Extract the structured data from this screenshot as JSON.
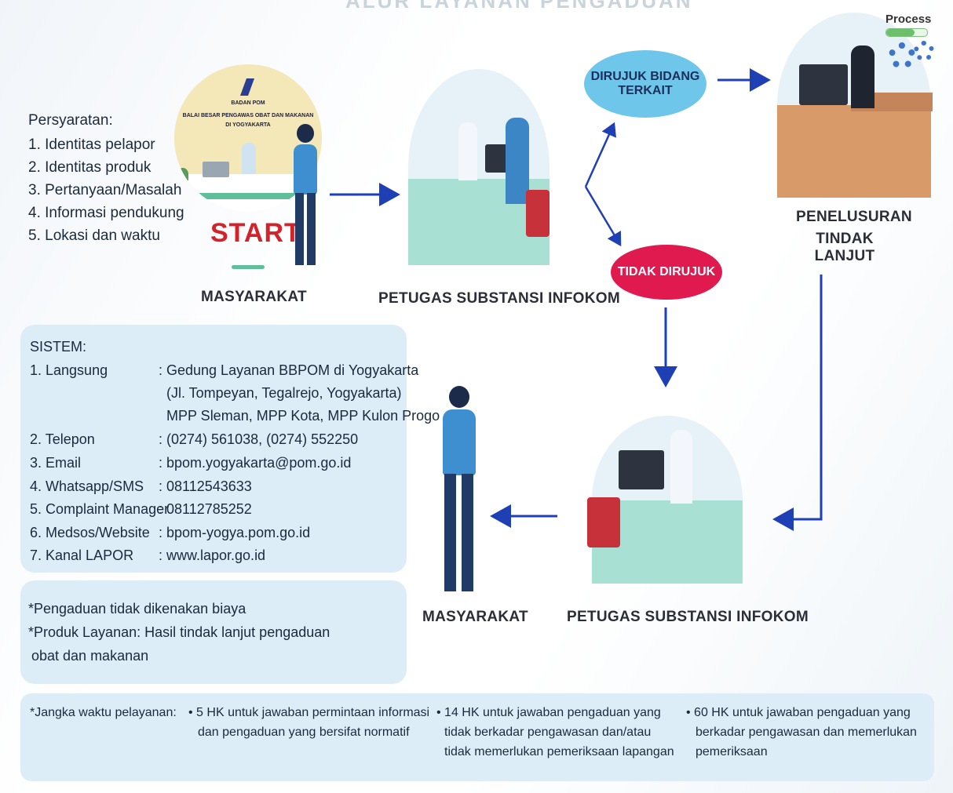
{
  "header_fragment": "ALUR LAYANAN PENGADUAN",
  "requirements": {
    "title": "Persyaratan:",
    "items": [
      "1. Identitas pelapor",
      "2. Identitas produk",
      "3. Pertanyaan/Masalah",
      "4. Informasi pendukung",
      "5. Lokasi dan waktu"
    ]
  },
  "start": {
    "logo_brand": "BADAN POM",
    "logo_line1": "BALAI BESAR PENGAWAS OBAT DAN MAKANAN",
    "logo_line2": "DI YOGYAKARTA",
    "label": "START"
  },
  "nodes": {
    "masyarakat_top": "MASYARAKAT",
    "petugas_top": "PETUGAS SUBSTANSI INFOKOM",
    "dirujuk_line1": "DIRUJUK BIDANG",
    "dirujuk_line2": "TERKAIT",
    "tidak_dirujuk": "TIDAK DIRUJUK",
    "process": "Process",
    "penelusuran_line1": "PENELUSURAN",
    "penelusuran_line2": "TINDAK LANJUT",
    "masyarakat_bottom": "MASYARAKAT",
    "petugas_bottom": "PETUGAS SUBSTANSI INFOKOM"
  },
  "system": {
    "title": "SISTEM:",
    "rows": [
      {
        "label": "1. Langsung",
        "values": [
          ": Gedung Layanan BBPOM di Yogyakarta",
          "  (Jl. Tompeyan, Tegalrejo, Yogyakarta)",
          "  MPP Sleman, MPP Kota, MPP Kulon Progo"
        ]
      },
      {
        "label": "2. Telepon",
        "values": [
          ": (0274) 561038, (0274) 552250"
        ]
      },
      {
        "label": "3. Email",
        "values": [
          ": bpom.yogyakarta@pom.go.id"
        ]
      },
      {
        "label": "4. Whatsapp/SMS",
        "values": [
          ": 08112543633"
        ]
      },
      {
        "label": "5. Complaint Manager",
        "values": [
          ": 08112785252"
        ]
      },
      {
        "label": "6. Medsos/Website",
        "values": [
          ": bpom-yogya.pom.go.id"
        ]
      },
      {
        "label": "7. Kanal LAPOR",
        "values": [
          ": www.lapor.go.id"
        ]
      }
    ]
  },
  "notes": {
    "line1": "*Pengaduan tidak dikenakan biaya",
    "line2": "*Produk Layanan: Hasil tindak lanjut pengaduan",
    "line3": "obat dan makanan"
  },
  "footer": {
    "title": "*Jangka waktu pelayanan:",
    "item1_line1": "• 5 HK untuk jawaban permintaan informasi",
    "item1_line2": "dan pengaduan yang bersifat normatif",
    "item2_line1": "• 14 HK untuk jawaban pengaduan yang",
    "item2_line2": "tidak berkadar pengawasan dan/atau",
    "item2_line3": "tidak memerlukan pemeriksaan lapangan",
    "item3_line1": "• 60 HK untuk jawaban pengaduan yang",
    "item3_line2": "berkadar pengawasan dan memerlukan",
    "item3_line3": "pemeriksaan"
  },
  "colors": {
    "arrow": "#1f3fb5",
    "dirujuk_fill": "#6ec6ea",
    "tidak_fill": "#e0194f",
    "panel": "#dcedf7",
    "start_red": "#d3232a"
  }
}
